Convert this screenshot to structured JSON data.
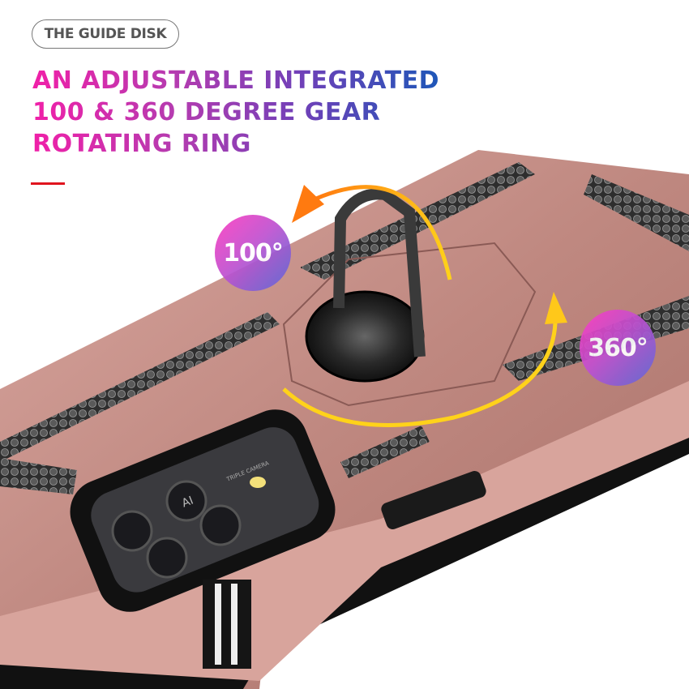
{
  "badge": {
    "label": "THE GUIDE DISK"
  },
  "headline": {
    "lines": [
      "AN ADJUSTABLE INTEGRATED",
      "100 & 360 DEGREE GEAR",
      "ROTATING RING"
    ]
  },
  "rotation_labels": {
    "tilt": "100°",
    "spin": "360°"
  },
  "camera_module": {
    "text_main": "TRIPLE CAMERA",
    "text_ai": "AI"
  },
  "colors": {
    "case": "#c8918a",
    "accent_red": "#e0141e",
    "arrow_yellow": "#ffd21a",
    "arrow_orange": "#ff7a10"
  }
}
